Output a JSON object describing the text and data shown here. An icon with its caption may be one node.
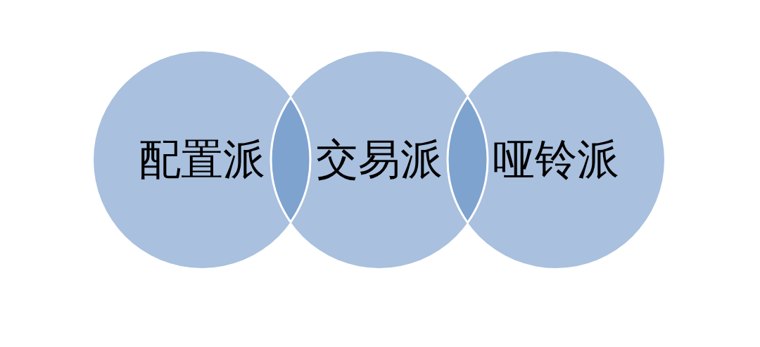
{
  "diagram": {
    "nodes": [
      {
        "text": [
          "配置派"
        ]
      },
      {
        "text": [
          "交易派"
        ]
      },
      {
        "text": [
          "哑铃派"
        ]
      }
    ]
  }
}
